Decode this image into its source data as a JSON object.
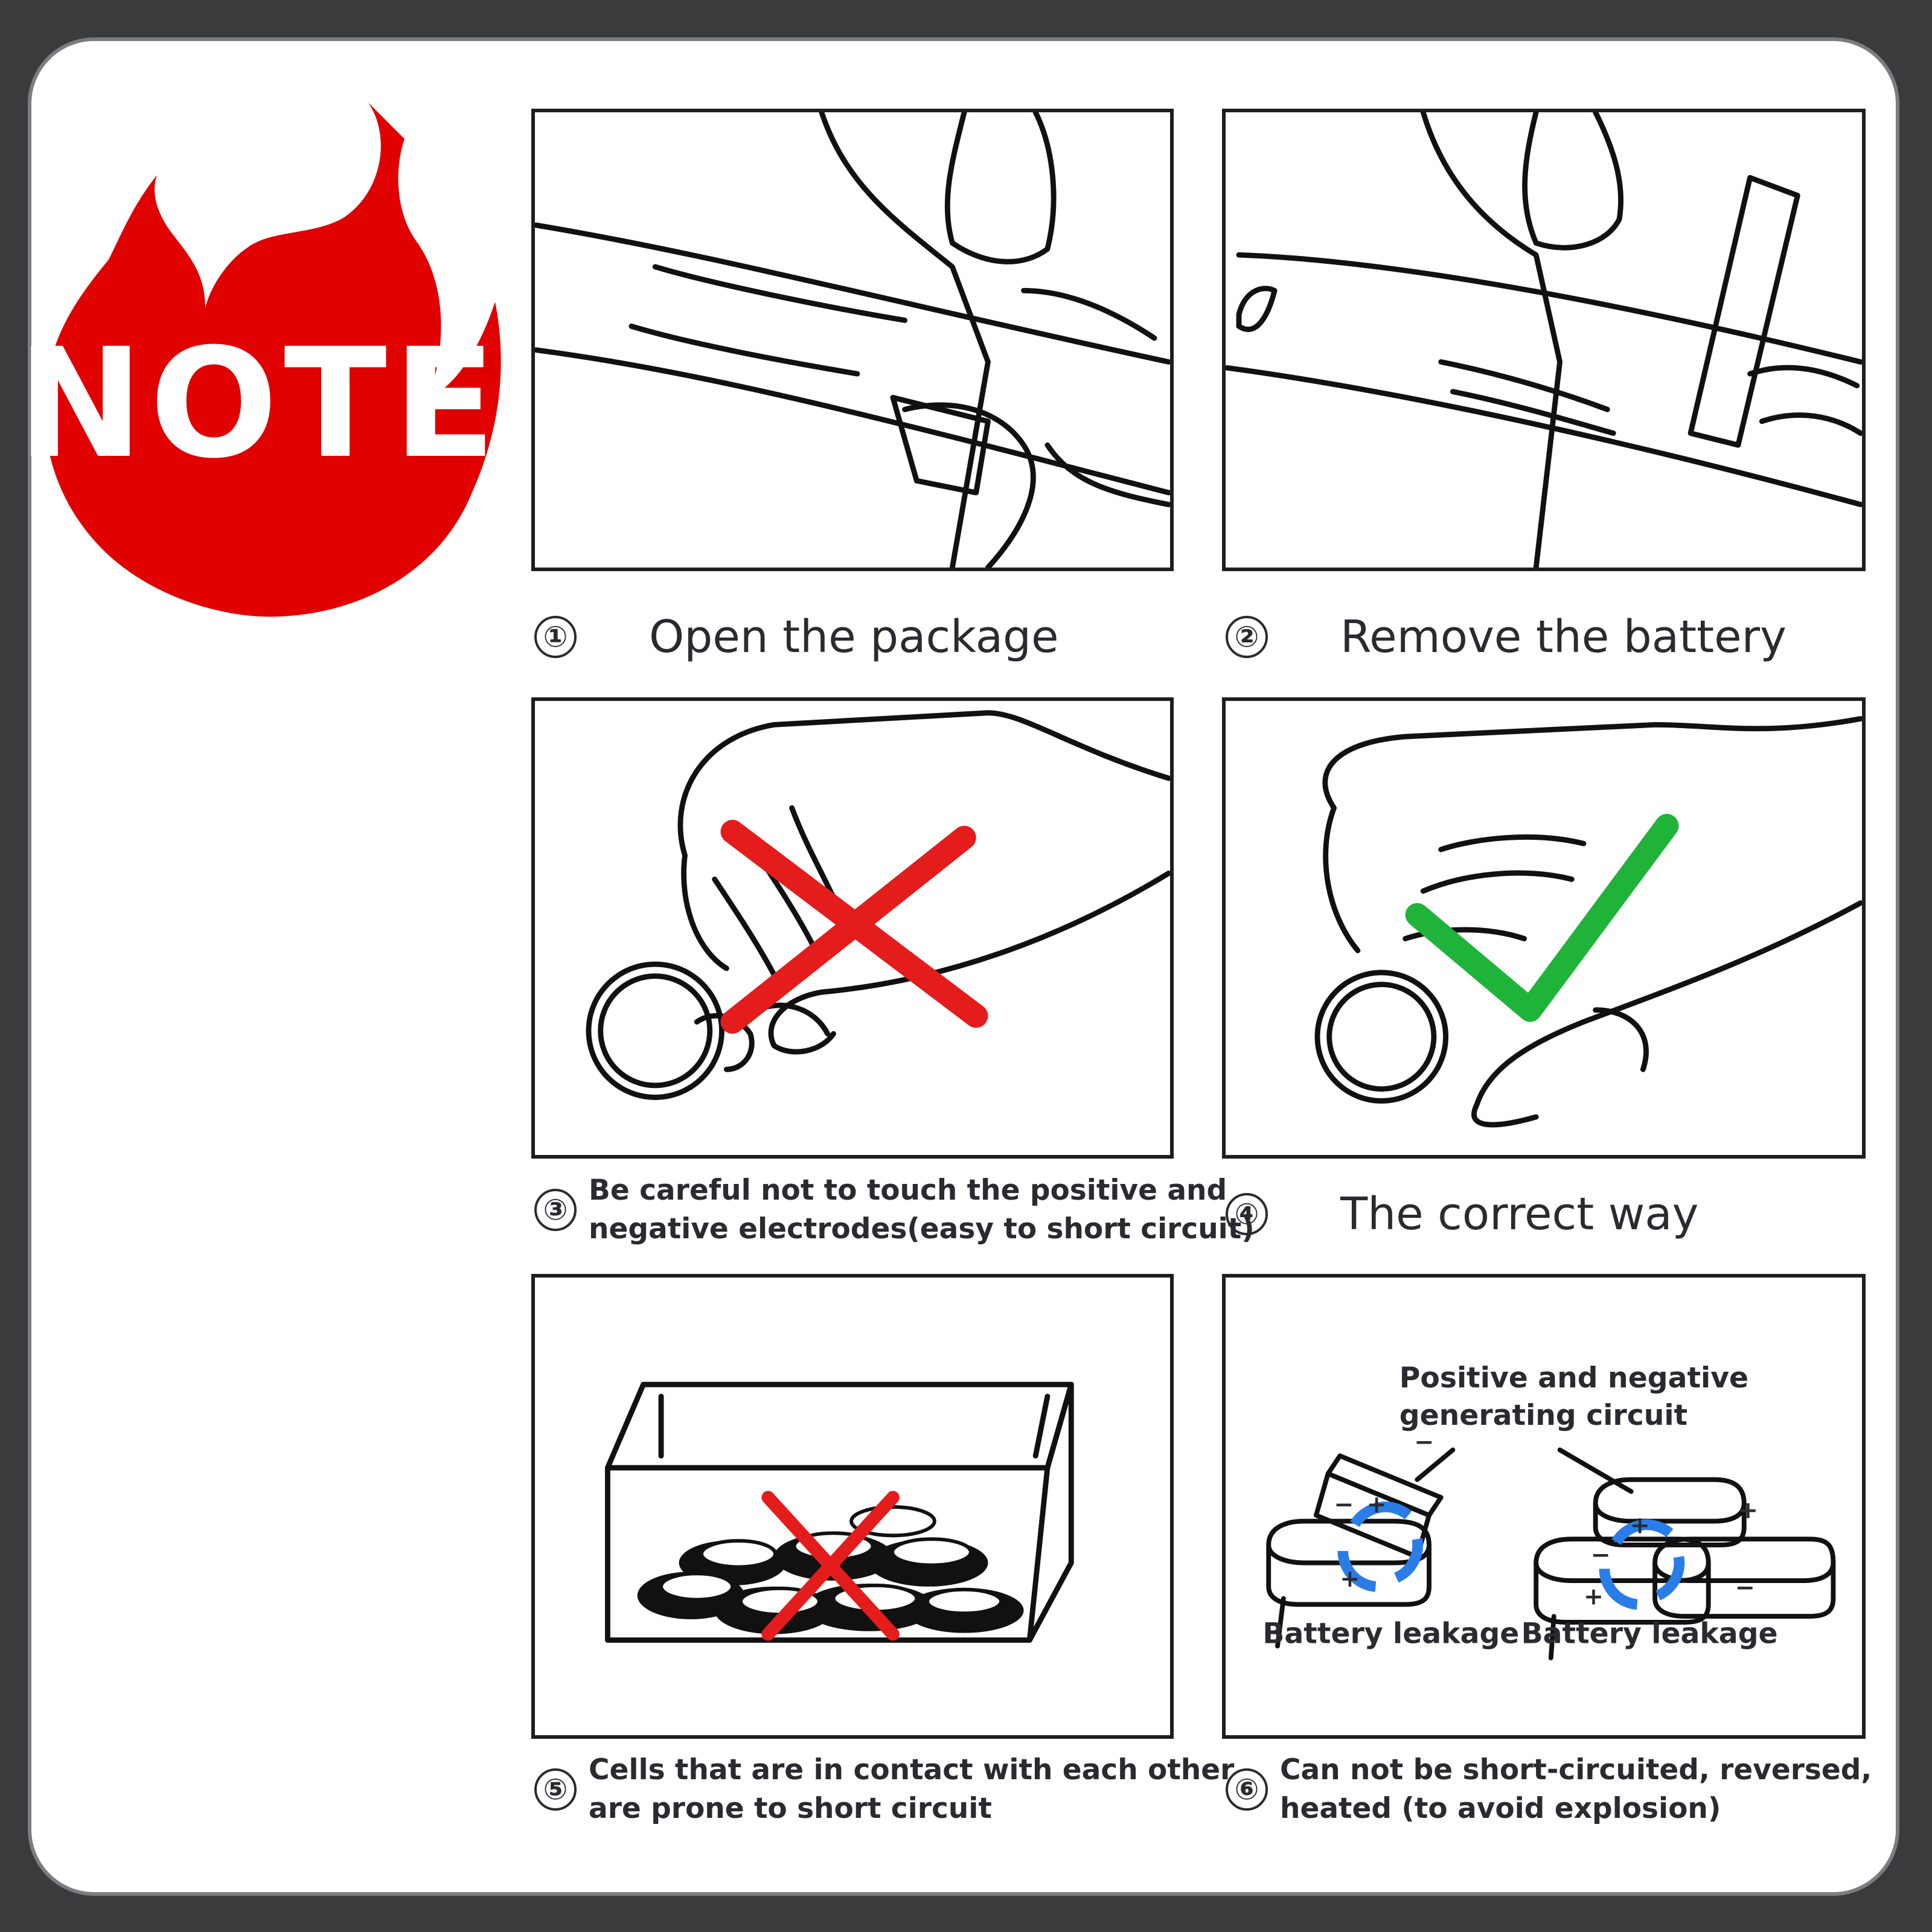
{
  "badge": {
    "text": "NOTE",
    "color": "#e00000"
  },
  "colors": {
    "cross": "#e41c1c",
    "check": "#1fb33a",
    "arrow": "#2a7de8"
  },
  "steps": [
    {
      "number": "①",
      "caption": "Open the package"
    },
    {
      "number": "②",
      "caption": "Remove the battery"
    },
    {
      "number": "③",
      "caption_line1": "Be careful not to touch the positive and",
      "caption_line2": "negative electrodes(easy to short circuit)"
    },
    {
      "number": "④",
      "caption": "The correct way"
    },
    {
      "number": "⑤",
      "caption_line1": "Cells that are in contact with each other",
      "caption_line2": "are prone to short circuit"
    },
    {
      "number": "⑥",
      "caption_line1": "Can not be short-circuited, reversed,",
      "caption_line2": "heated (to avoid explosion)"
    }
  ],
  "diagram6": {
    "heading_line1": "Positive and negative",
    "heading_line2": "generating circuit",
    "left_label": "Battery leakage",
    "right_label": "Battery leakage",
    "plus": "+",
    "minus": "−"
  }
}
